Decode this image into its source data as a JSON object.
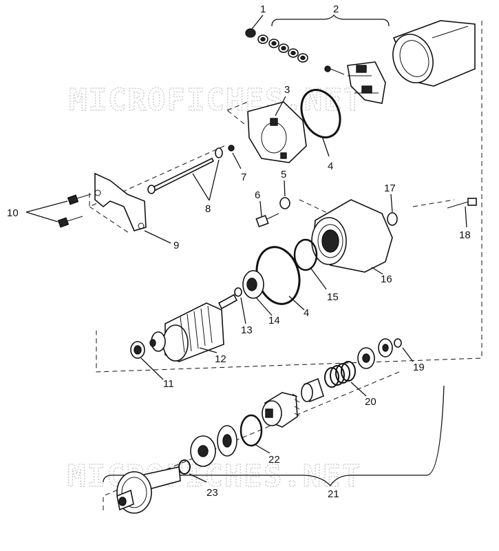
{
  "watermark": "MICROFICHES.NET",
  "callouts": [
    "1",
    "2",
    "3",
    "4",
    "5",
    "6",
    "7",
    "8",
    "9",
    "10",
    "11",
    "12",
    "13",
    "14",
    "15",
    "4",
    "16",
    "17",
    "18",
    "19",
    "20",
    "21",
    "22",
    "23"
  ]
}
